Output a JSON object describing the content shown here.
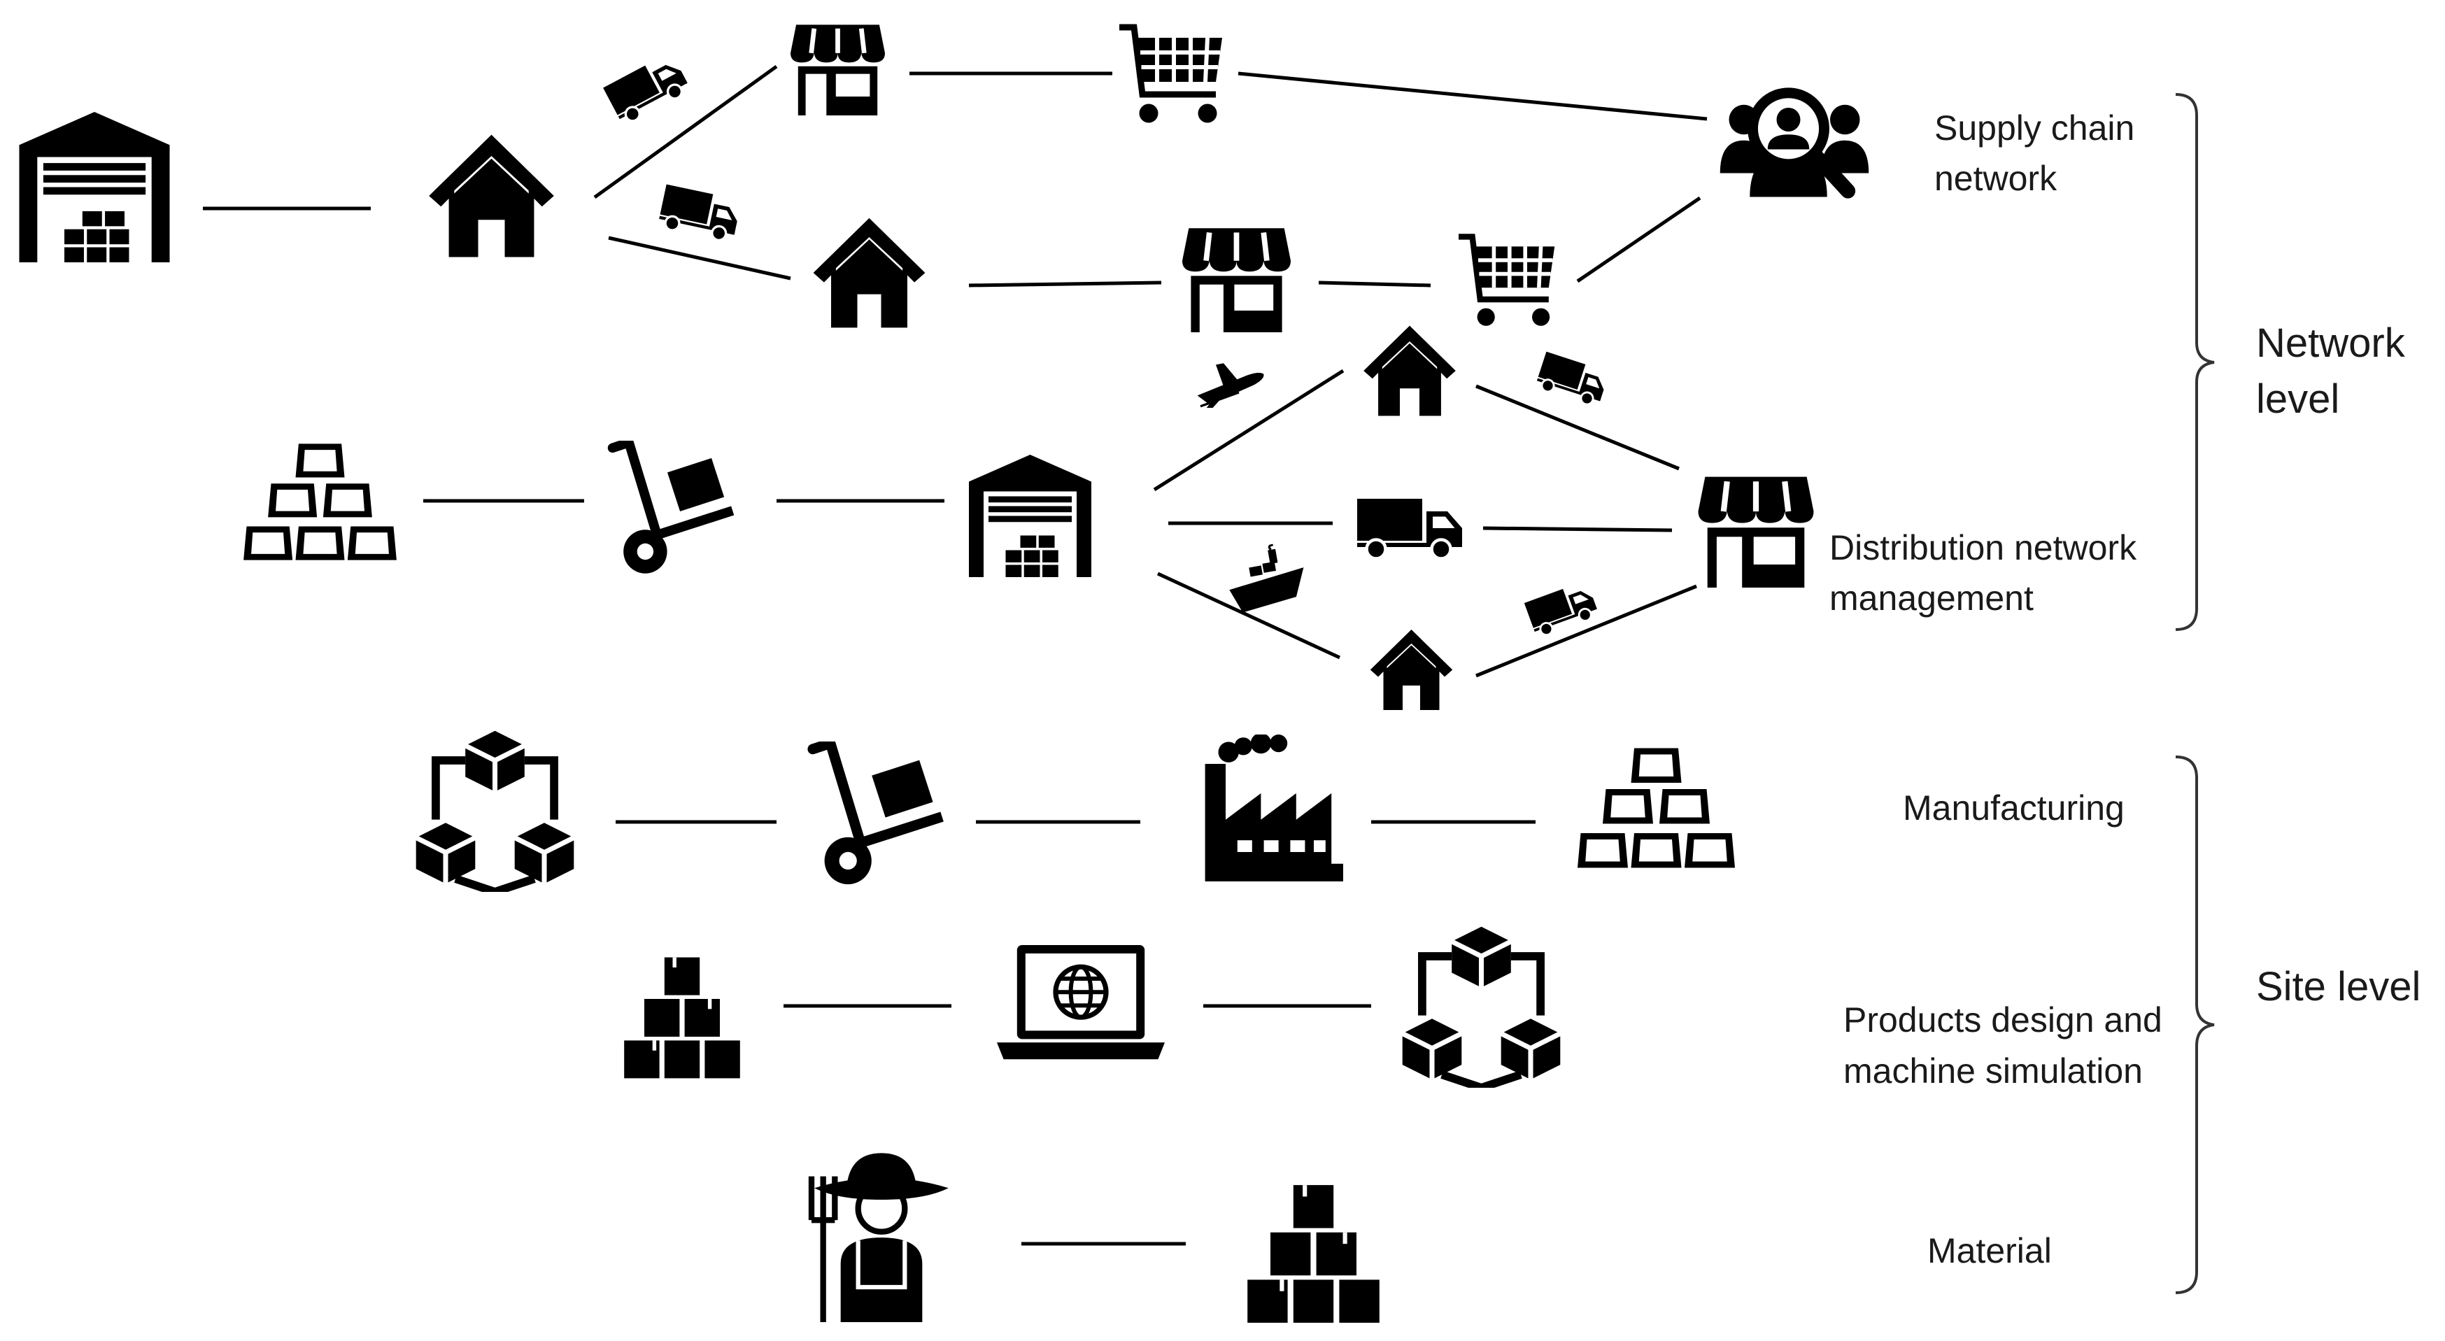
{
  "labels": {
    "supply_chain_l1": "Supply chain",
    "supply_chain_l2": "network",
    "distribution_l1": "Distribution network",
    "distribution_l2": "management",
    "manufacturing": "Manufacturing",
    "products_l1": "Products design and",
    "products_l2": "machine simulation",
    "material": "Material",
    "network_level_l1": "Network",
    "network_level_l2": "level",
    "site_level": "Site level"
  },
  "nodes": [
    {
      "id": "warehouse-a",
      "icon": "warehouse-icon"
    },
    {
      "id": "house-a",
      "icon": "house-icon"
    },
    {
      "id": "store-a",
      "icon": "store-icon"
    },
    {
      "id": "cart-a",
      "icon": "shopping-cart-icon"
    },
    {
      "id": "customers",
      "icon": "customer-search-icon"
    },
    {
      "id": "house-b",
      "icon": "house-icon"
    },
    {
      "id": "store-b",
      "icon": "store-icon"
    },
    {
      "id": "cart-b",
      "icon": "shopping-cart-icon"
    },
    {
      "id": "ingots-a",
      "icon": "ingots-icon"
    },
    {
      "id": "hand-truck-a",
      "icon": "hand-truck-icon"
    },
    {
      "id": "warehouse-b",
      "icon": "warehouse-icon"
    },
    {
      "id": "house-c",
      "icon": "house-icon"
    },
    {
      "id": "store-c",
      "icon": "store-icon"
    },
    {
      "id": "house-d",
      "icon": "house-icon"
    },
    {
      "id": "network-boxes-a",
      "icon": "box-network-icon"
    },
    {
      "id": "hand-truck-b",
      "icon": "hand-truck-icon"
    },
    {
      "id": "factory",
      "icon": "factory-icon"
    },
    {
      "id": "ingots-b",
      "icon": "ingots-icon"
    },
    {
      "id": "box-stack-a",
      "icon": "box-stack-icon"
    },
    {
      "id": "laptop",
      "icon": "laptop-globe-icon"
    },
    {
      "id": "network-boxes-b",
      "icon": "box-network-icon"
    },
    {
      "id": "farmer",
      "icon": "farmer-icon"
    },
    {
      "id": "box-stack-b",
      "icon": "box-stack-icon"
    }
  ],
  "transport_icons": [
    "truck-icon",
    "airplane-icon",
    "ship-icon"
  ]
}
